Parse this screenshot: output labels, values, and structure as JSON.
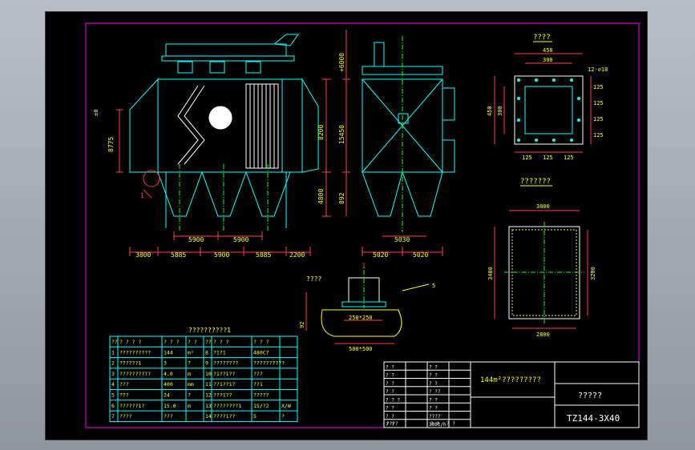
{
  "colors": {
    "background": "#000000",
    "frame": "#ff00ff",
    "outline": "#ffffff",
    "structure": "#00ffff",
    "dimension": "#ff4040",
    "text_yellow": "#ffff00",
    "centerline": "#00ff00",
    "table": "#00ffff",
    "label_red": "#ff3333"
  },
  "front_view": {
    "dims_bottom": [
      "3800",
      "5885",
      "5900",
      "5885",
      "2200"
    ],
    "dims_hopper": [
      "5900",
      "5900"
    ],
    "dims_left": "8775",
    "dims_right": [
      "8200",
      "4800"
    ],
    "callout": "1",
    "elevation": "±0"
  },
  "side_view": {
    "dims_left": [
      "+6000",
      "15450",
      "892"
    ],
    "dims_bottom": [
      "5020",
      "5020"
    ],
    "dims_hopper": "5030"
  },
  "flange_detail": {
    "title": "????",
    "dims_top": [
      "450",
      "300"
    ],
    "dims_left": [
      "450",
      "300"
    ],
    "dims_right": [
      "125",
      "125",
      "125",
      "125"
    ],
    "dims_bottom": [
      "125",
      "125",
      "125"
    ],
    "hole_note": "12-⌀18"
  },
  "opening_detail": {
    "title": "???????",
    "width_outer": "3000",
    "height_outer": "3400",
    "height_inner": "3200",
    "width_inner": "2800"
  },
  "foundation_detail": {
    "title": "????",
    "callout": "1",
    "dim_left": "92",
    "dim_plate": "250*250",
    "dim_base": "500*500",
    "weld_note": "5"
  },
  "parameter_table": {
    "title": "??????????1",
    "headers": [
      "??",
      "? ? ? ?",
      "? ? ?",
      "? ?",
      "??",
      "? ? ?",
      "? ? ?"
    ],
    "rows": [
      [
        "1",
        "??????????",
        "144",
        "m²",
        "8",
        "?1?1",
        "480C?"
      ],
      [
        "2",
        "??????1",
        "3",
        "?",
        "9",
        "????????",
        "??????????"
      ],
      [
        "3",
        "??????????",
        "4.0",
        "m",
        "10",
        "?1??1??",
        "???"
      ],
      [
        "4",
        "???",
        "400",
        "mm",
        "11",
        "??1??1?",
        "??1"
      ],
      [
        "5",
        "???",
        "24",
        "?",
        "12",
        "???1??",
        "?????"
      ],
      [
        "6",
        "??????1?",
        "15.0",
        "m",
        "13",
        "????????1",
        "15/?2",
        "X/W"
      ],
      [
        "7",
        "????",
        "???",
        "",
        "14",
        "????1??",
        "5",
        "?"
      ]
    ]
  },
  "title_block": {
    "project_title": "144m²?????????",
    "drawing_name": "?????",
    "drawing_number": "TZ144-3X40",
    "cells": [
      "? ?",
      "? ?",
      "? ?",
      "? ?",
      "? ?",
      "? ?",
      "? ?",
      "? ??",
      "? ? ?",
      "? ?",
      "? ?",
      "? ?",
      "? ?",
      "????",
      "? ?",
      "300t/h"
    ],
    "bottom_labels": [
      "????",
      "? ?",
      "? ?"
    ]
  }
}
